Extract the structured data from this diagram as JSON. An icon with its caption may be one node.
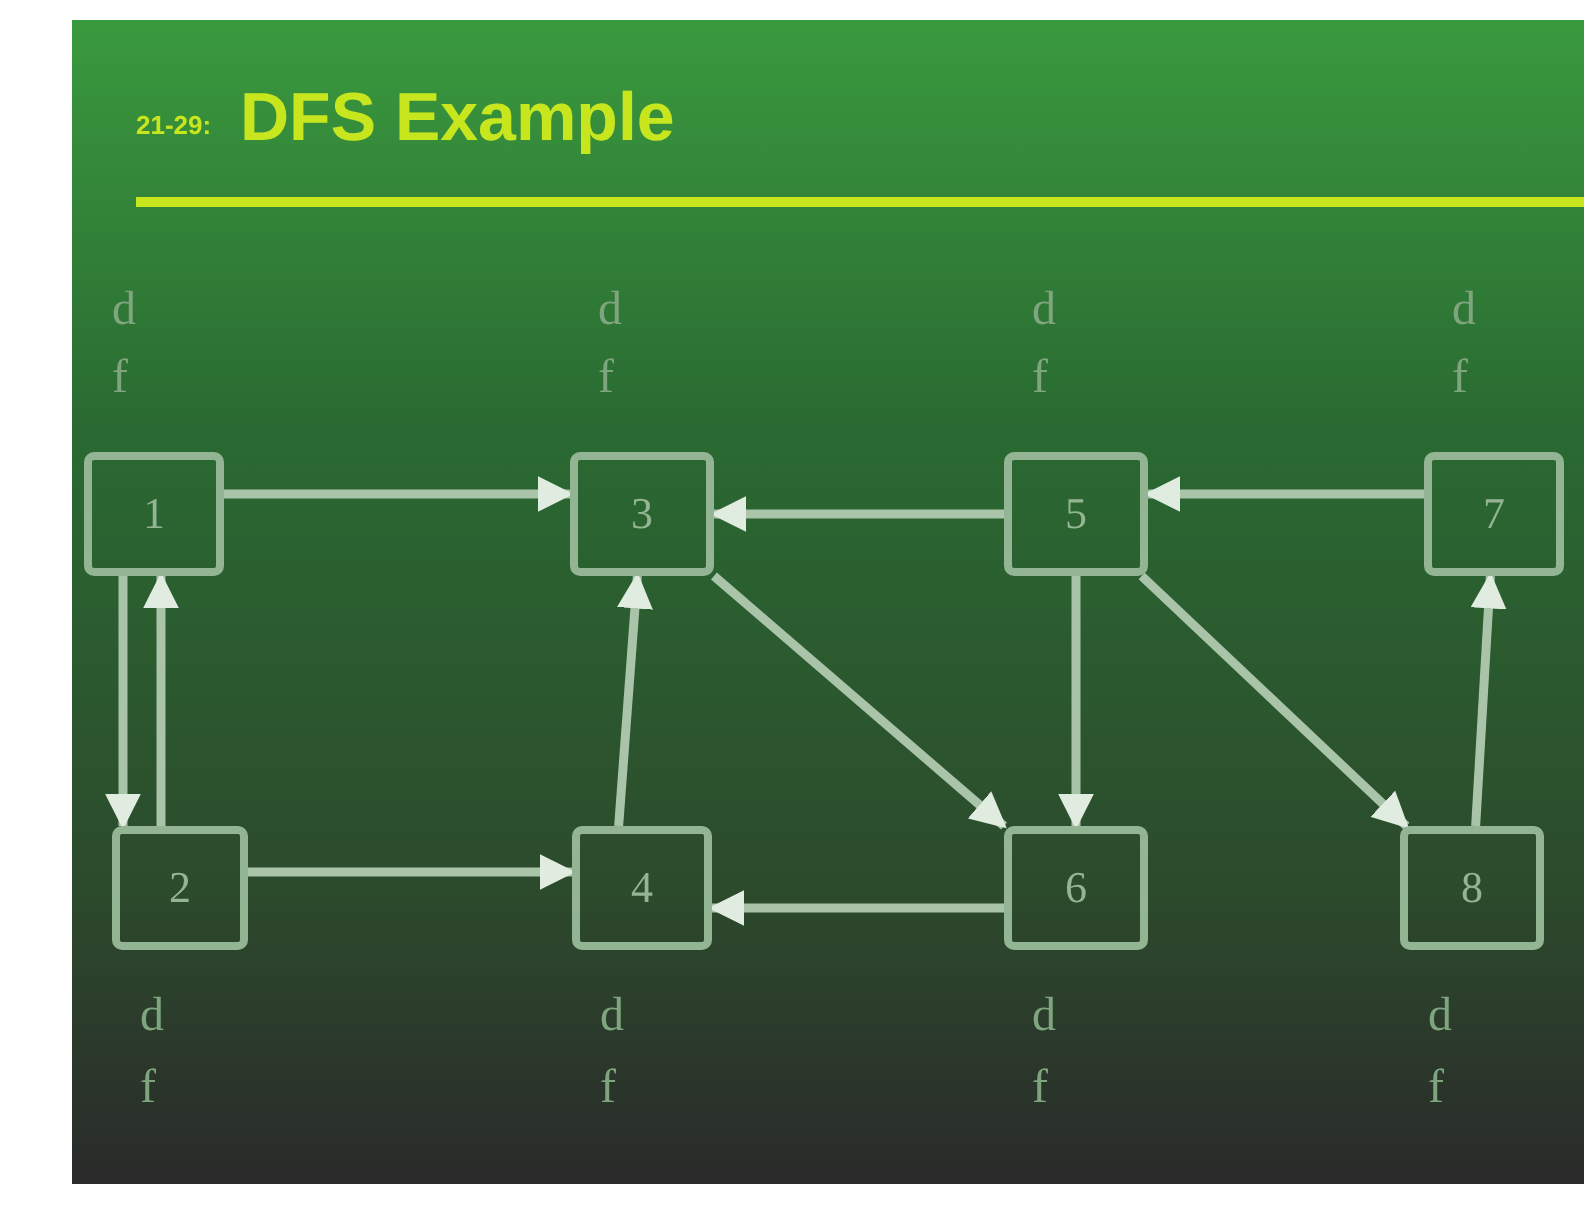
{
  "diagram": {
    "title": "DFS Example",
    "nodes": [
      {
        "text": [
          "1"
        ],
        "beside": [
          "d",
          "f"
        ]
      },
      {
        "text": [
          "3"
        ],
        "beside": [
          "d",
          "f"
        ]
      },
      {
        "text": [
          "5"
        ],
        "beside": [
          "d",
          "f"
        ]
      },
      {
        "text": [
          "7"
        ],
        "beside": [
          "d",
          "f"
        ]
      },
      {
        "text": [
          "2"
        ],
        "beside": [
          "d",
          "f"
        ]
      },
      {
        "text": [
          "4"
        ],
        "beside": [
          "d",
          "f"
        ]
      },
      {
        "text": [
          "6"
        ],
        "beside": [
          "d",
          "f"
        ]
      },
      {
        "text": [
          "8"
        ],
        "beside": [
          "d",
          "f"
        ]
      }
    ],
    "edges": [
      {
        "from": 0,
        "to": 1,
        "arrow": "to"
      },
      {
        "from": 2,
        "to": 1,
        "arrow": "to"
      },
      {
        "from": 3,
        "to": 2,
        "arrow": "to"
      },
      {
        "from": 0,
        "to": 4,
        "arrow": "to"
      },
      {
        "from": 4,
        "to": 0,
        "arrow": "to"
      },
      {
        "from": 5,
        "to": 1,
        "arrow": "to"
      },
      {
        "from": 1,
        "to": 6,
        "arrow": "to"
      },
      {
        "from": 2,
        "to": 6,
        "arrow": "to"
      },
      {
        "from": 2,
        "to": 7,
        "arrow": "to"
      },
      {
        "from": 7,
        "to": 3,
        "arrow": "to"
      },
      {
        "from": 4,
        "to": 5,
        "arrow": "to"
      },
      {
        "from": 6,
        "to": 5,
        "arrow": "to"
      }
    ],
    "labels": [
      "21-29:"
    ]
  }
}
